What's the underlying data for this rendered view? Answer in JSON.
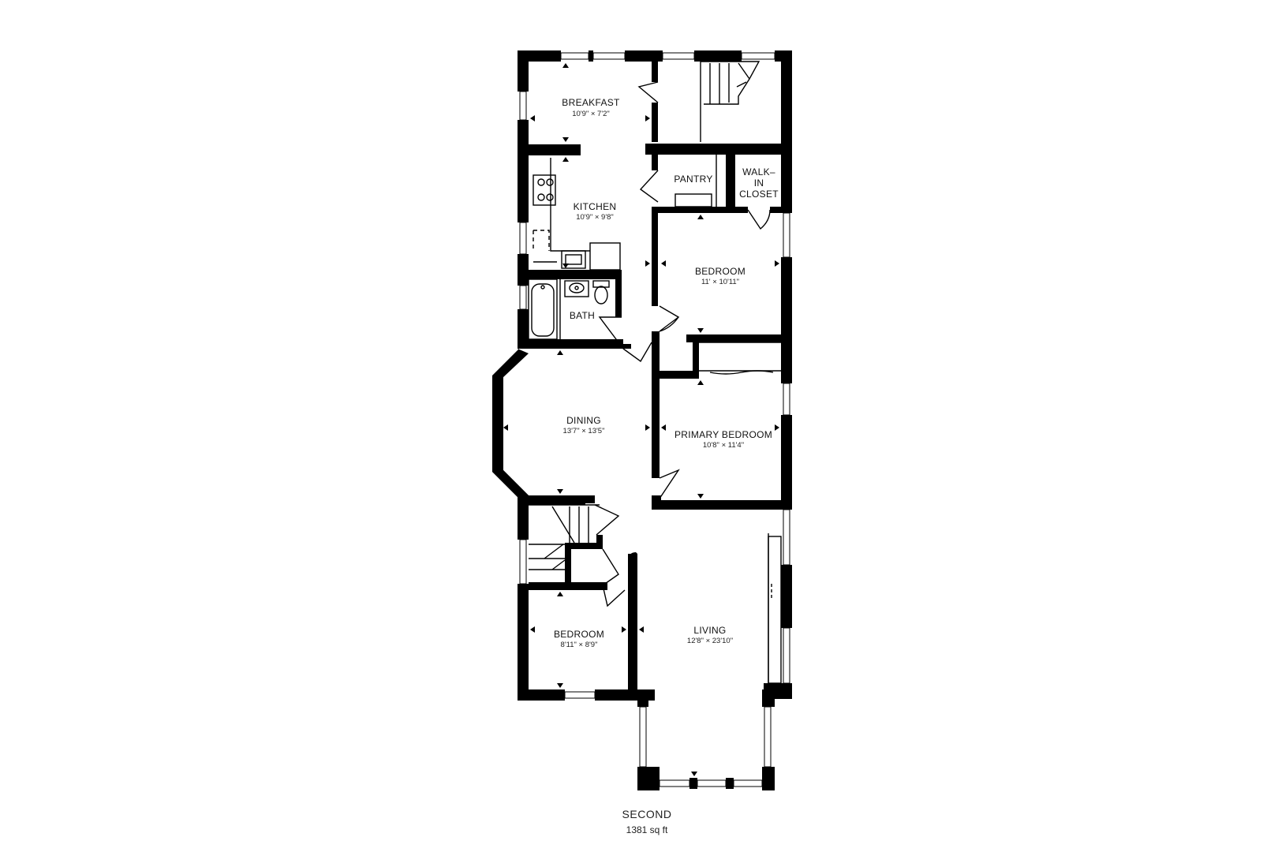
{
  "floor": {
    "name": "SECOND",
    "area": "1381 sq ft"
  },
  "rooms": {
    "breakfast": {
      "name": "BREAKFAST",
      "dims": "10'9\" × 7'2\""
    },
    "kitchen": {
      "name": "KITCHEN",
      "dims": "10'9\" × 9'8\""
    },
    "pantry": {
      "name": "PANTRY"
    },
    "walkin": {
      "name_line1": "WALK–",
      "name_line2": "IN",
      "name_line3": "CLOSET"
    },
    "bedroom_upper": {
      "name": "BEDROOM",
      "dims": "11' × 10'11\""
    },
    "bath": {
      "name": "BATH"
    },
    "dining": {
      "name": "DINING",
      "dims": "13'7\" × 13'5\""
    },
    "primary_bedroom": {
      "name": "PRIMARY BEDROOM",
      "dims": "10'8\" × 11'4\""
    },
    "bedroom_lower": {
      "name": "BEDROOM",
      "dims": "8'11\" × 8'9\""
    },
    "living": {
      "name": "LIVING",
      "dims": "12'8\" × 23'10\""
    }
  }
}
